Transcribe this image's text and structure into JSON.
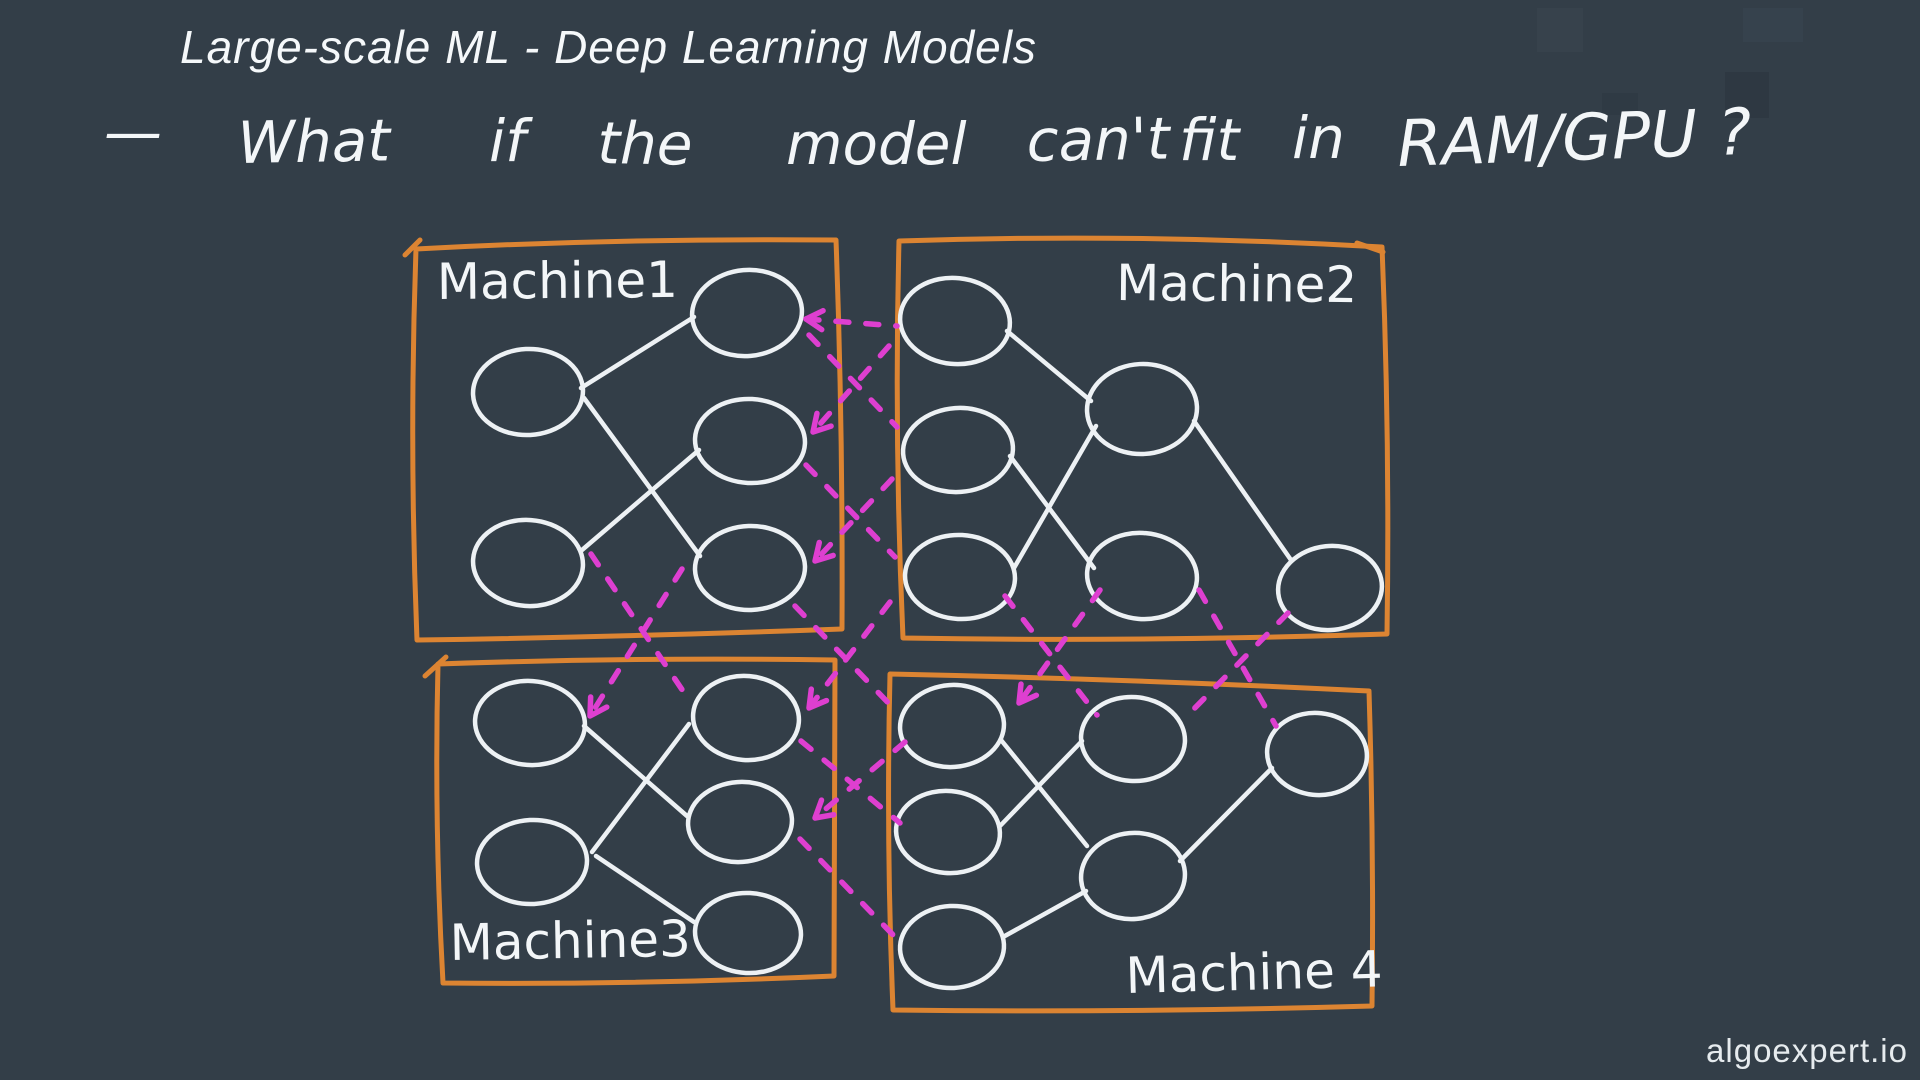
{
  "page": {
    "background": "#333E48",
    "watermark": "algoexpert.io"
  },
  "title": "Large-scale ML - Deep Learning Models",
  "question": {
    "dash": "—",
    "words": [
      "What",
      "if",
      "the",
      "model",
      "can't",
      "fit",
      "in"
    ],
    "highlight": "RAM/GPU ?"
  },
  "machines": [
    {
      "label": "Machine1",
      "node_columns": [
        2,
        3
      ]
    },
    {
      "label": "Machine2",
      "node_columns": [
        3,
        2,
        1
      ]
    },
    {
      "label": "Machine3",
      "node_columns": [
        2,
        3
      ]
    },
    {
      "label": "Machine 4",
      "node_columns": [
        3,
        2,
        1
      ]
    }
  ],
  "colors": {
    "background": "#333E48",
    "box_orange": "#DC8432",
    "stroke_white": "#EDF1F4",
    "cross_link_magenta": "#DE3FD0"
  },
  "diagram": {
    "artifacts": [
      [
        1537,
        8,
        46,
        44,
        "#3A4651",
        0.55
      ],
      [
        1743,
        8,
        60,
        34,
        "#3A4651",
        0.5
      ],
      [
        1725,
        72,
        44,
        46,
        "#2C3640",
        0.6
      ],
      [
        1602,
        93,
        36,
        22,
        "#2C3640",
        0.5
      ]
    ],
    "boxes": [
      "M416 249 Q620 238 836 240 Q843 430 842 629 Q626 637 417 640 Q409 444 416 249 Z",
      "M899 241 Q1140 233 1382 247 Q1390 440 1387 634 Q1140 642 903 638 Q894 438 899 241 Z",
      "M438 664 Q636 657 835 660 Q834 818 834 976 Q636 985 443 983 Q434 822 438 664 Z",
      "M890 674 Q1130 679 1369 691 Q1374 850 1372 1006 Q1130 1013 893 1010 Q886 840 890 674 Z"
    ],
    "ticks": [
      [
        405,
        255,
        420,
        240
      ],
      [
        425,
        676,
        446,
        657
      ],
      [
        1357,
        243,
        1383,
        252
      ]
    ],
    "white_edges": [
      [
        581,
        388,
        694,
        317
      ],
      [
        584,
        398,
        700,
        556
      ],
      [
        582,
        550,
        699,
        450
      ],
      [
        1007,
        331,
        1091,
        401
      ],
      [
        1010,
        456,
        1094,
        568
      ],
      [
        1014,
        568,
        1096,
        426
      ],
      [
        1194,
        421,
        1291,
        560
      ],
      [
        584,
        726,
        687,
        816
      ],
      [
        592,
        852,
        689,
        724
      ],
      [
        596,
        856,
        694,
        922
      ],
      [
        1001,
        740,
        1087,
        846
      ],
      [
        1000,
        826,
        1082,
        741
      ],
      [
        1003,
        937,
        1086,
        891
      ],
      [
        1180,
        861,
        1272,
        768
      ]
    ],
    "nodes": [
      [
        528,
        392,
        55,
        43,
        -3
      ],
      [
        528,
        563,
        55,
        43,
        4
      ],
      [
        747,
        313,
        55,
        43,
        -5
      ],
      [
        750,
        441,
        55,
        42,
        3
      ],
      [
        750,
        568,
        55,
        42,
        -2
      ],
      [
        955,
        321,
        55,
        43,
        6
      ],
      [
        958,
        450,
        55,
        42,
        -4
      ],
      [
        960,
        577,
        55,
        42,
        3
      ],
      [
        1142,
        409,
        55,
        45,
        -3
      ],
      [
        1142,
        576,
        55,
        43,
        5
      ],
      [
        1330,
        588,
        52,
        42,
        -6
      ],
      [
        530,
        723,
        55,
        42,
        4
      ],
      [
        532,
        862,
        55,
        42,
        -3
      ],
      [
        746,
        718,
        53,
        42,
        5
      ],
      [
        740,
        822,
        52,
        40,
        -4
      ],
      [
        748,
        933,
        53,
        40,
        3
      ],
      [
        952,
        726,
        52,
        41,
        -4
      ],
      [
        948,
        832,
        52,
        41,
        5
      ],
      [
        952,
        947,
        52,
        41,
        -3
      ],
      [
        1133,
        739,
        52,
        42,
        4
      ],
      [
        1133,
        876,
        52,
        43,
        -5
      ],
      [
        1317,
        754,
        50,
        41,
        6
      ]
    ],
    "magenta_edges": [
      [
        806,
        319,
        897,
        326
      ],
      [
        809,
        335,
        897,
        427
      ],
      [
        889,
        346,
        813,
        432
      ],
      [
        806,
        465,
        895,
        557
      ],
      [
        892,
        479,
        815,
        561
      ],
      [
        591,
        554,
        687,
        697
      ],
      [
        682,
        569,
        590,
        716
      ],
      [
        890,
        602,
        809,
        708
      ],
      [
        795,
        606,
        898,
        713
      ],
      [
        801,
        741,
        900,
        823
      ],
      [
        905,
        742,
        815,
        818
      ],
      [
        800,
        839,
        897,
        939
      ],
      [
        1100,
        590,
        1019,
        703
      ],
      [
        1005,
        596,
        1097,
        715
      ],
      [
        1199,
        590,
        1276,
        726
      ],
      [
        1288,
        613,
        1186,
        717
      ]
    ],
    "arrows": [
      [
        806,
        319,
        4
      ],
      [
        813,
        432,
        -48
      ],
      [
        815,
        561,
        -47
      ],
      [
        590,
        716,
        -58
      ],
      [
        809,
        708,
        -53
      ],
      [
        815,
        818,
        -40
      ],
      [
        1019,
        703,
        -54
      ]
    ]
  }
}
